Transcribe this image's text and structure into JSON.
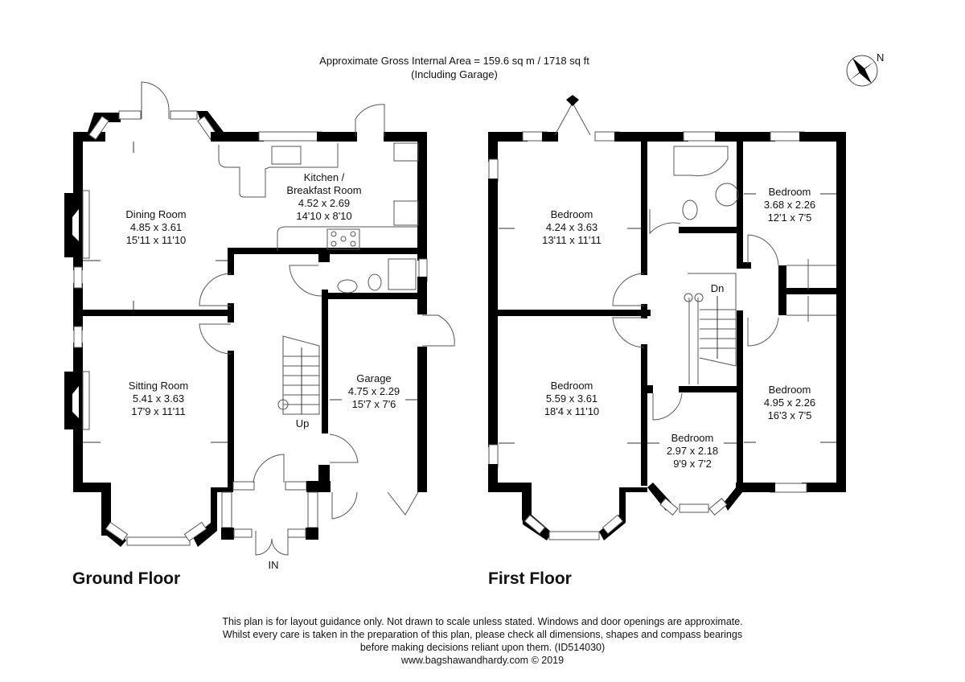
{
  "header": {
    "area_line": "Approximate Gross Internal Area = 159.6 sq m / 1718 sq ft",
    "area_note": "(Including Garage)"
  },
  "compass": {
    "label": "N",
    "icon": "compass-rose-icon"
  },
  "ground_floor": {
    "title": "Ground Floor",
    "rooms": [
      {
        "name": "Dining Room",
        "metric": "4.85 x 3.61",
        "imperial": "15'11 x 11'10"
      },
      {
        "name": "Kitchen /",
        "name2": "Breakfast Room",
        "metric": "4.52 x 2.69",
        "imperial": "14'10 x 8'10"
      },
      {
        "name": "Sitting Room",
        "metric": "5.41 x 3.63",
        "imperial": "17'9 x 11'11"
      },
      {
        "name": "Garage",
        "metric": "4.75 x 2.29",
        "imperial": "15'7 x 7'6"
      }
    ],
    "stairs_label": "Up",
    "entrance_label": "IN"
  },
  "first_floor": {
    "title": "First Floor",
    "rooms": [
      {
        "name": "Bedroom",
        "metric": "4.24 x 3.63",
        "imperial": "13'11 x 11'11"
      },
      {
        "name": "Bedroom",
        "metric": "3.68 x 2.26",
        "imperial": "12'1 x 7'5"
      },
      {
        "name": "Bedroom",
        "metric": "5.59 x 3.61",
        "imperial": "18'4 x 11'10"
      },
      {
        "name": "Bedroom",
        "metric": "2.97 x 2.18",
        "imperial": "9'9 x 7'2"
      },
      {
        "name": "Bedroom",
        "metric": "4.95 x 2.26",
        "imperial": "16'3 x 7'5"
      }
    ],
    "stairs_label": "Dn"
  },
  "footer": {
    "line1": "This plan is for layout guidance only. Not drawn to scale unless stated. Windows and door openings are approximate.",
    "line2": "Whilst every care is taken in the preparation of this plan, please check all dimensions, shapes and compass bearings",
    "line3": "before making decisions reliant upon them. (ID514030)",
    "line4": "www.bagshawandhardy.com © 2019"
  }
}
